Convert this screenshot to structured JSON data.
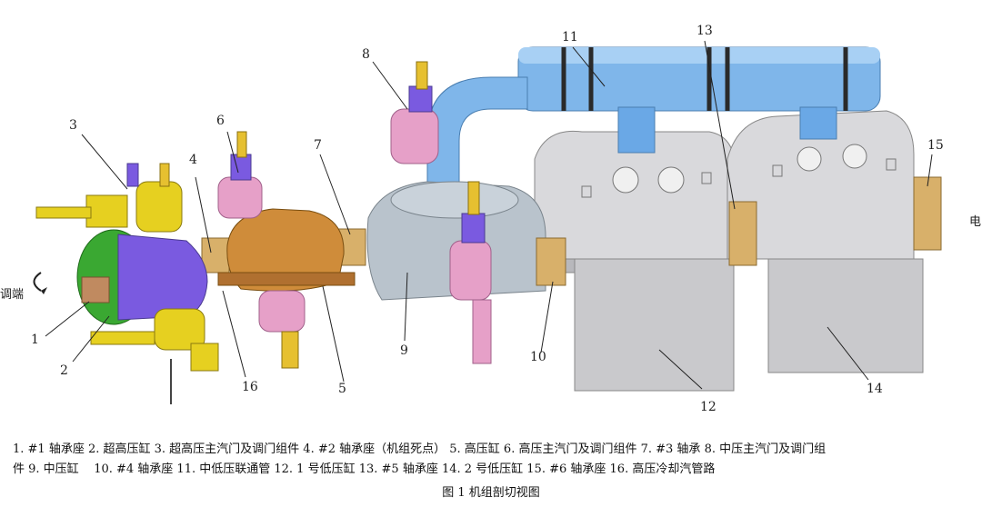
{
  "labels": [
    "1",
    "2",
    "3",
    "4",
    "5",
    "6",
    "7",
    "8",
    "9",
    "10",
    "11",
    "12",
    "13",
    "14",
    "15",
    "16"
  ],
  "side_text": {
    "left": "调端",
    "right": "电"
  },
  "legend": {
    "line1": "1. #1 轴承座 2. 超高压缸 3. 超高压主汽门及调门组件 4. #2 轴承座（机组死点） 5. 高压缸 6. 高压主汽门及调门组件 7. #3 轴承 8. 中压主汽门及调门组",
    "line2": "件 9. 中压缸    10. #4 轴承座 11. 中低压联通管 12. 1 号低压缸 13. #5 轴承座 14. 2 号低压缸 15. #6 轴承座 16. 高压冷却汽管路"
  },
  "caption": "图 1 机组剖切视图",
  "colors": {
    "green": "#3aa832",
    "purple": "#7a5ae0",
    "yellow": "#e6d020",
    "orange": "#c98a3a",
    "pink": "#e6a0c8",
    "blue": "#6aa8e6",
    "gray": "#c8c8cc",
    "bronze": "#d8b06a"
  }
}
